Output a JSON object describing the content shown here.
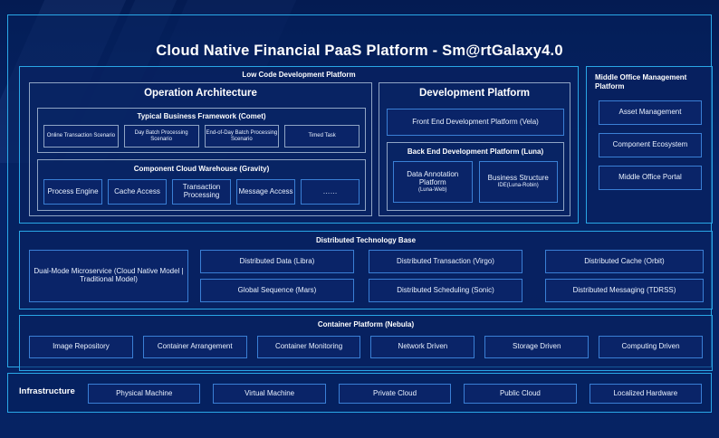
{
  "title": "Cloud Native Financial PaaS Platform - Sm@rtGalaxy4.0",
  "low_code": {
    "title": "Low Code Development Platform",
    "operation_architecture": {
      "title": "Operation Architecture",
      "typical_business_framework": {
        "title": "Typical Business Framework (Comet)",
        "items": [
          "Online Transaction Scenario",
          "Day Batch Processing Scenario",
          "End-of-Day Batch Processing Scenario",
          "Timed Task"
        ]
      },
      "component_cloud_warehouse": {
        "title": "Component Cloud Warehouse (Gravity)",
        "items": [
          "Process Engine",
          "Cache Access",
          "Transaction Processing",
          "Message Access",
          "……"
        ]
      }
    },
    "development_platform": {
      "title": "Development Platform",
      "front_end": "Front End Development Platform (Vela)",
      "back_end": {
        "title": "Back End Development Platform (Luna)",
        "items": [
          {
            "label": "Data Annotation Platform",
            "sub": "(Luna-Web)"
          },
          {
            "label": "Business Structure",
            "sub": "IDE(Luna-Robin)"
          }
        ]
      }
    }
  },
  "middle_office": {
    "title": "Middle Office Management Platform",
    "items": [
      "Asset Management",
      "Component Ecosystem",
      "Middle Office Portal"
    ]
  },
  "distributed_technology_base": {
    "title": "Distributed Technology Base",
    "dual_mode": "Dual-Mode Microservice (Cloud Native Model | Traditional Model)",
    "columns": [
      [
        "Distributed Data (Libra)",
        "Global Sequence (Mars)"
      ],
      [
        "Distributed Transaction (Virgo)",
        "Distributed Scheduling (Sonic)"
      ],
      [
        "Distributed Cache (Orbit)",
        "Distributed Messaging (TDRSS)"
      ]
    ]
  },
  "container_platform": {
    "title": "Container Platform (Nebula)",
    "items": [
      "Image Repository",
      "Container Arrangement",
      "Container Monitoring",
      "Network Driven",
      "Storage Driven",
      "Computing Driven"
    ]
  },
  "infrastructure": {
    "label": "Infrastructure",
    "items": [
      "Physical Machine",
      "Virtual Machine",
      "Private Cloud",
      "Public Cloud",
      "Localized Hardware"
    ]
  },
  "colors": {
    "background": "#062363",
    "accent_border": "#29a6e6",
    "panel_border": "#2f7fd0",
    "chip_border": "#8fa4c4",
    "text": "#ffffff"
  }
}
